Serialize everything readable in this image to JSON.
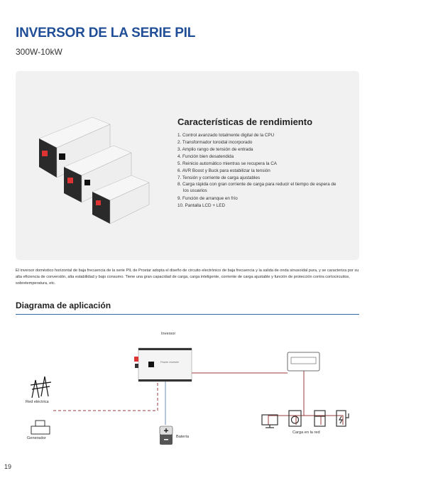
{
  "header": {
    "title": "INVERSOR DE LA SERIE PIL",
    "subtitle": "300W-10kW"
  },
  "features": {
    "title": "Características de rendimiento",
    "items": [
      "1. Control avanzado totalmente digital de la CPU",
      "2. Transformador toroidal incorporado",
      "3. Amplio rango de tensión de entrada",
      "4. Función bien desatendida",
      "5. Reinicio automático mientras se recupera la CA",
      "6. AVR Boost y Buck para estabilizar la tensión",
      "7. Tensión y corriente de carga ajustables",
      "8. Carga rápida con gran corriente de carga para reducir el tiempo de espera de los usuarios",
      "9. Función de arranque en frío",
      "10.  Pantalla LCD + LED"
    ]
  },
  "description": "El inversor doméstico horizontal de baja frecuencia de la serie PIL de Prostar adopta el diseño de circuito electrónico de baja frecuencia y la salida de onda sinusoidal pura, y se caracteriza por su alta eficiencia de conversión, alta estabilidad y bajo consumo. Tiene una gran capacidad de carga, carga inteligente, corriente de carga ajustable y función de protección contra cortocircuitos, sobretemperatura, etc.",
  "diagram": {
    "title": "Diagrama de aplicación",
    "inverter_label": "Inversor",
    "inverter_brand": "Power Inverter",
    "grid_label": "Red eléctrica",
    "generator_label": "Generador",
    "battery_label": "Batería",
    "loads_label": "Carga en la red"
  },
  "page_number": "19",
  "colors": {
    "title": "#1f4e96",
    "wire": "#9b3a3a",
    "battery_wire": "#6b8fb0"
  }
}
